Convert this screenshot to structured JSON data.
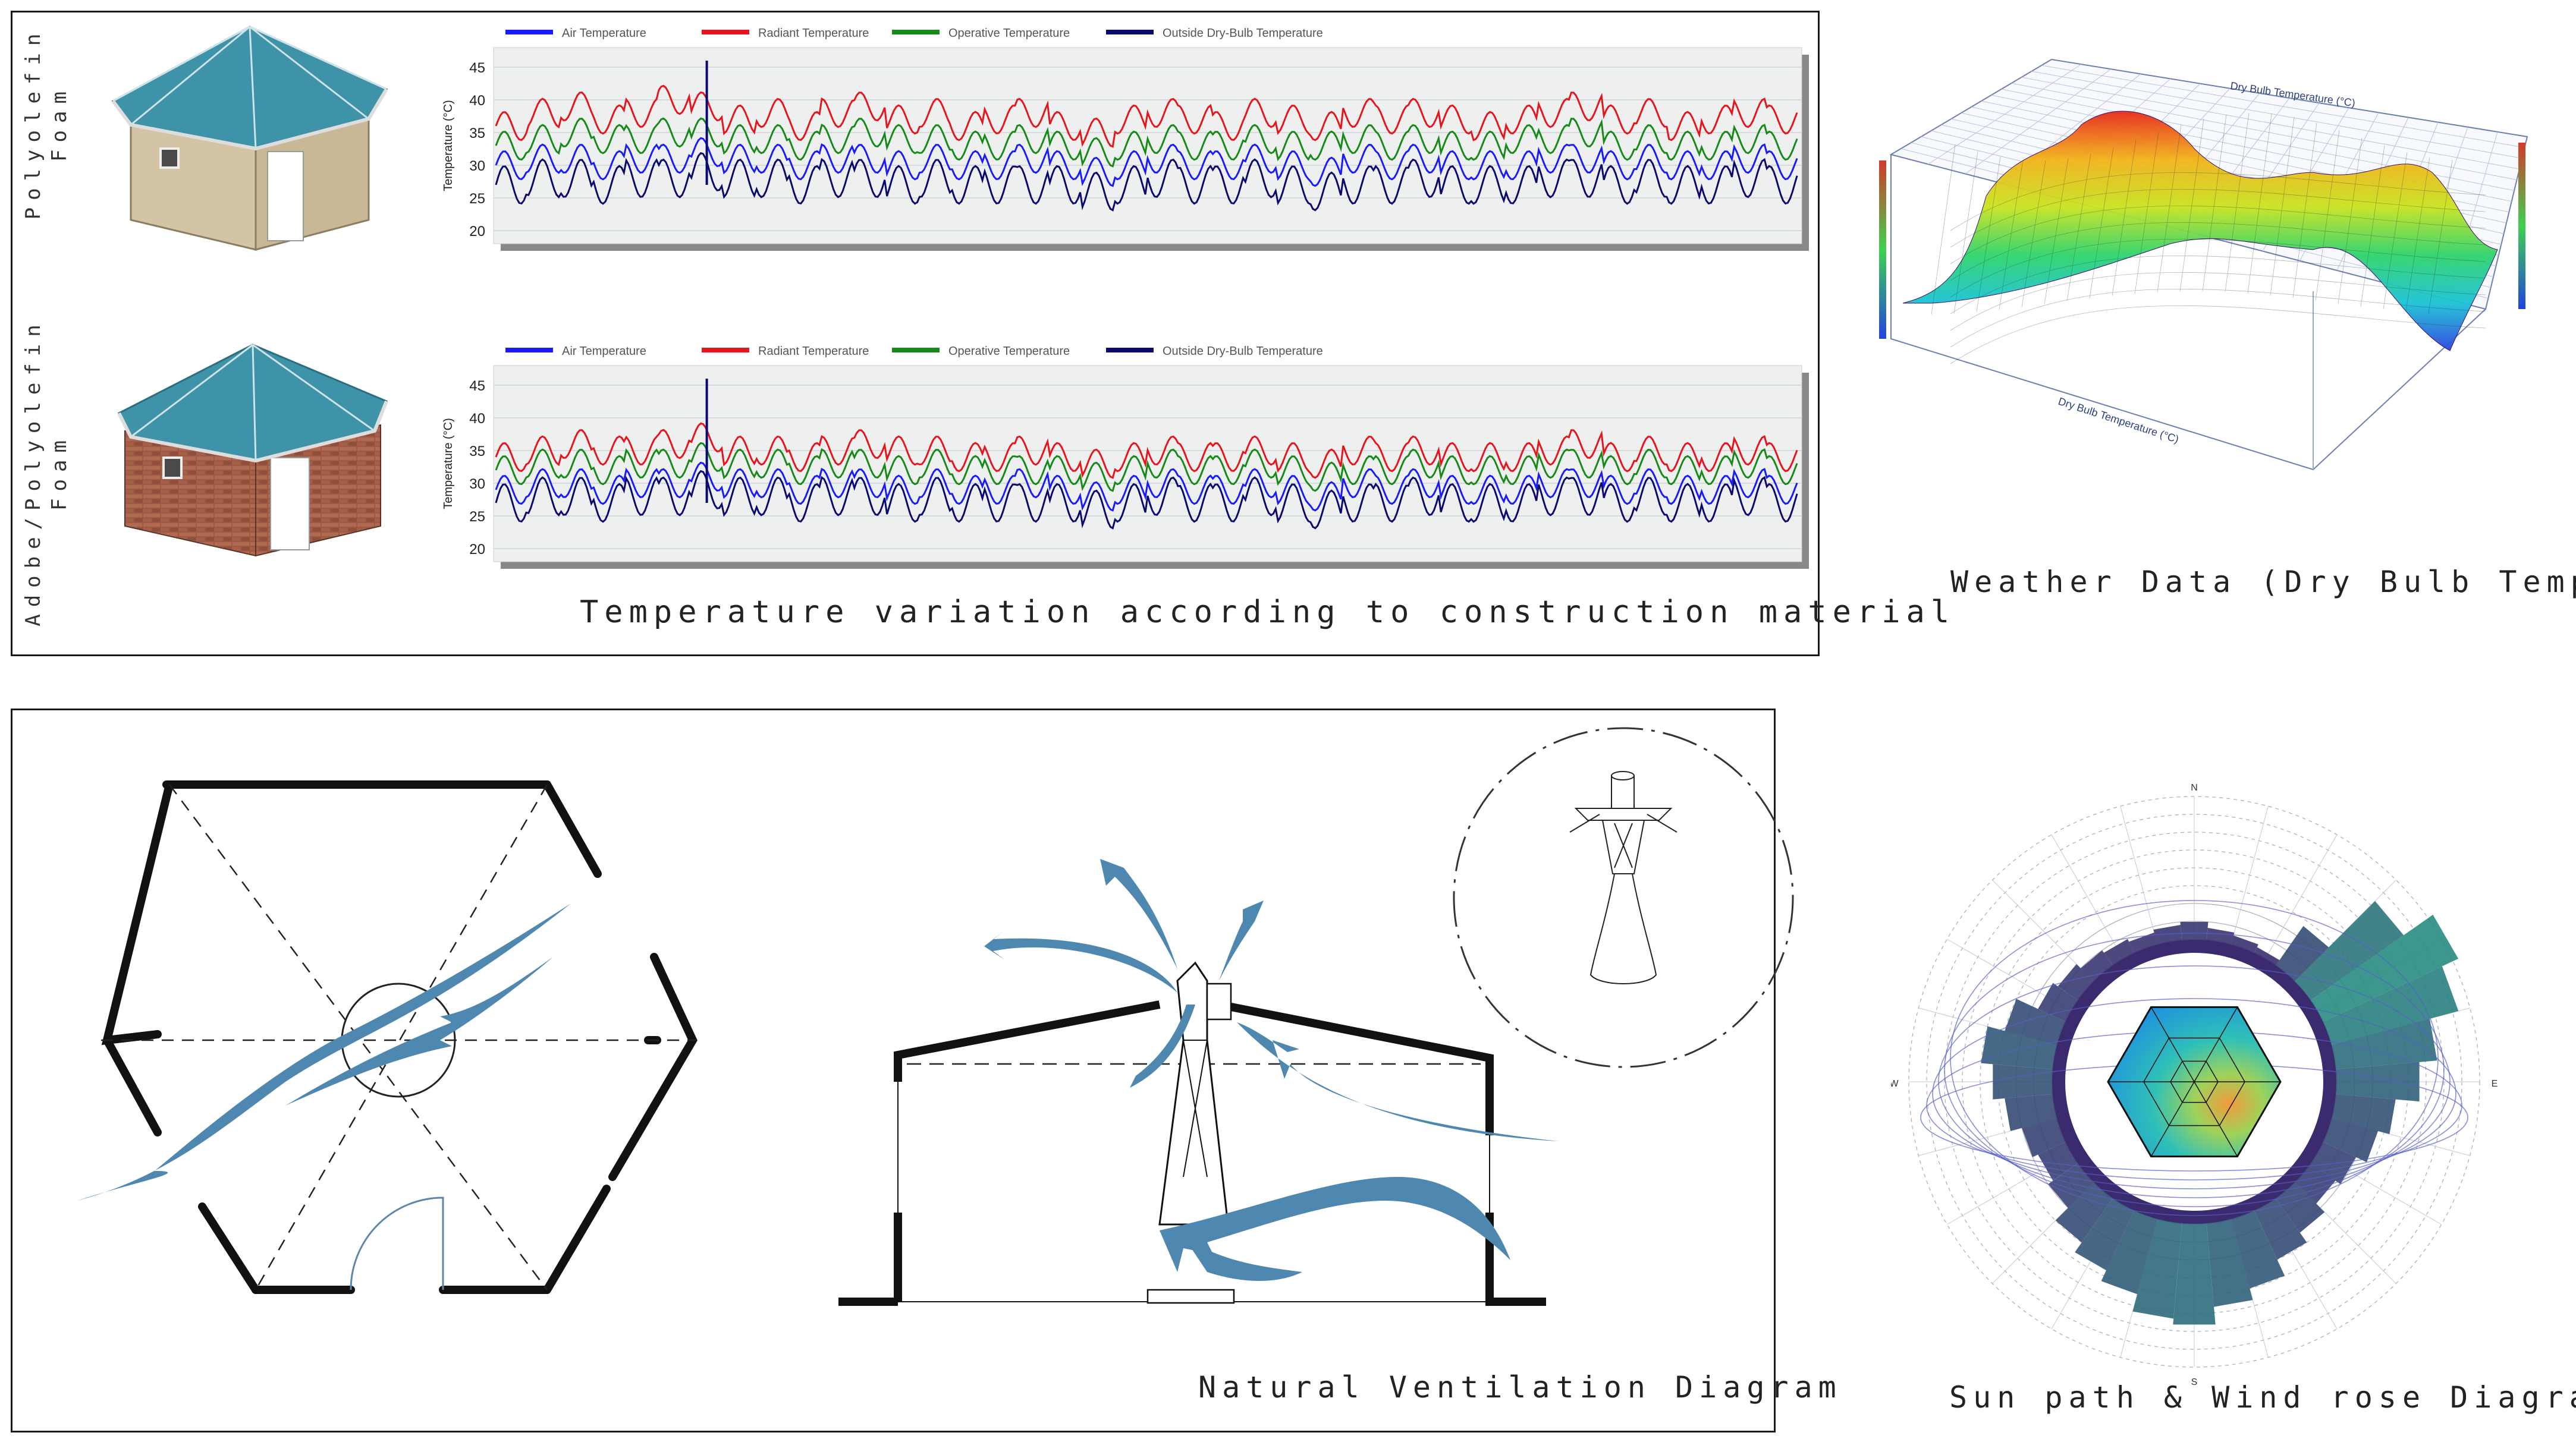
{
  "top_panel": {
    "caption": "Temperature variation according to construction material",
    "rows": [
      {
        "label_line1": "Polyolefin",
        "label_line2": "Foam"
      },
      {
        "label_line1": "Adobe/Polyolefin",
        "label_line2": "Foam"
      }
    ]
  },
  "weather_panel": {
    "caption": "Weather Data (Dry Bulb Temp)",
    "axis_top": "Dry Bulb Temperature (°C)",
    "axis_bottom": "Dry Bulb Temperature (°C)"
  },
  "ventilation_panel": {
    "caption": "Natural Ventilation Diagram"
  },
  "sunpath_panel": {
    "caption": "Sun path & Wind rose Diagram",
    "compass_labels": [
      "N",
      "E",
      "S",
      "W"
    ]
  },
  "colors": {
    "air": "#1a1aff",
    "radiant": "#e8141c",
    "operative": "#168a16",
    "outside": "#0a0a6e",
    "arrow": "#4e87b0",
    "roof": "#3f93a8"
  },
  "chart_data": [
    {
      "type": "line",
      "title": "",
      "ylabel": "Temperature (°C)",
      "ylim": [
        18,
        48
      ],
      "yticks": [
        20,
        25,
        30,
        35,
        40,
        45
      ],
      "legend": [
        "Air Temperature",
        "Radiant Temperature",
        "Operative Temperature",
        "Outside Dry-Bulb Temperature"
      ],
      "series": [
        {
          "name": "Radiant Temperature",
          "values": [
            36,
            38,
            39,
            37,
            38,
            40,
            39,
            37,
            38,
            36,
            38,
            39,
            37,
            38,
            36,
            37,
            38,
            36,
            35,
            37,
            38,
            37,
            36,
            38,
            37,
            36,
            38,
            37,
            38,
            37,
            36,
            37,
            38,
            39,
            37,
            38,
            36,
            37,
            38,
            37
          ]
        },
        {
          "name": "Operative Temperature",
          "values": [
            33,
            34,
            35,
            34,
            34,
            35,
            35,
            34,
            34,
            33,
            34,
            35,
            34,
            34,
            33,
            33,
            34,
            33,
            32,
            33,
            34,
            33,
            33,
            34,
            33,
            33,
            34,
            33,
            34,
            33,
            33,
            34,
            34,
            35,
            33,
            34,
            33,
            33,
            34,
            33
          ]
        },
        {
          "name": "Air Temperature",
          "values": [
            30,
            31,
            31,
            30,
            31,
            31,
            32,
            31,
            31,
            30,
            31,
            31,
            30,
            31,
            30,
            30,
            31,
            30,
            29,
            30,
            31,
            30,
            30,
            31,
            30,
            29,
            31,
            30,
            31,
            30,
            30,
            30,
            31,
            31,
            30,
            31,
            30,
            30,
            31,
            30
          ]
        },
        {
          "name": "Outside Dry-Bulb Temperature",
          "values": [
            27,
            28,
            28,
            27,
            28,
            28,
            29,
            28,
            28,
            27,
            28,
            28,
            27,
            28,
            27,
            27,
            27,
            27,
            26,
            27,
            28,
            27,
            27,
            28,
            27,
            26,
            27,
            27,
            28,
            27,
            27,
            27,
            28,
            28,
            27,
            28,
            27,
            27,
            28,
            27
          ]
        }
      ]
    },
    {
      "type": "line",
      "title": "",
      "ylabel": "Temperature (°C)",
      "ylim": [
        18,
        48
      ],
      "yticks": [
        20,
        25,
        30,
        35,
        40,
        45
      ],
      "legend": [
        "Air Temperature",
        "Radiant Temperature",
        "Operative Temperature",
        "Outside Dry-Bulb Temperature"
      ],
      "series": [
        {
          "name": "Radiant Temperature",
          "values": [
            34,
            35,
            36,
            35,
            35,
            36,
            37,
            35,
            35,
            34,
            35,
            36,
            35,
            35,
            34,
            34,
            35,
            34,
            33,
            34,
            35,
            34,
            34,
            35,
            34,
            33,
            35,
            34,
            35,
            34,
            34,
            34,
            35,
            36,
            34,
            35,
            34,
            34,
            35,
            34
          ]
        },
        {
          "name": "Operative Temperature",
          "values": [
            32,
            33,
            33,
            32,
            33,
            33,
            34,
            33,
            33,
            32,
            33,
            33,
            32,
            33,
            32,
            32,
            32,
            32,
            31,
            32,
            33,
            32,
            32,
            33,
            32,
            31,
            32,
            32,
            33,
            32,
            32,
            32,
            33,
            33,
            32,
            33,
            32,
            32,
            33,
            32
          ]
        },
        {
          "name": "Air Temperature",
          "values": [
            29,
            30,
            30,
            29,
            30,
            30,
            31,
            30,
            30,
            29,
            30,
            30,
            29,
            30,
            29,
            29,
            30,
            29,
            28,
            29,
            30,
            29,
            29,
            30,
            29,
            28,
            30,
            29,
            30,
            29,
            29,
            29,
            30,
            30,
            29,
            30,
            29,
            29,
            30,
            29
          ]
        },
        {
          "name": "Outside Dry-Bulb Temperature",
          "values": [
            27,
            28,
            28,
            27,
            28,
            28,
            29,
            28,
            28,
            27,
            28,
            28,
            27,
            28,
            27,
            27,
            27,
            27,
            26,
            27,
            28,
            27,
            27,
            28,
            27,
            26,
            27,
            27,
            28,
            27,
            27,
            27,
            28,
            28,
            27,
            28,
            27,
            27,
            28,
            27
          ]
        }
      ]
    }
  ]
}
